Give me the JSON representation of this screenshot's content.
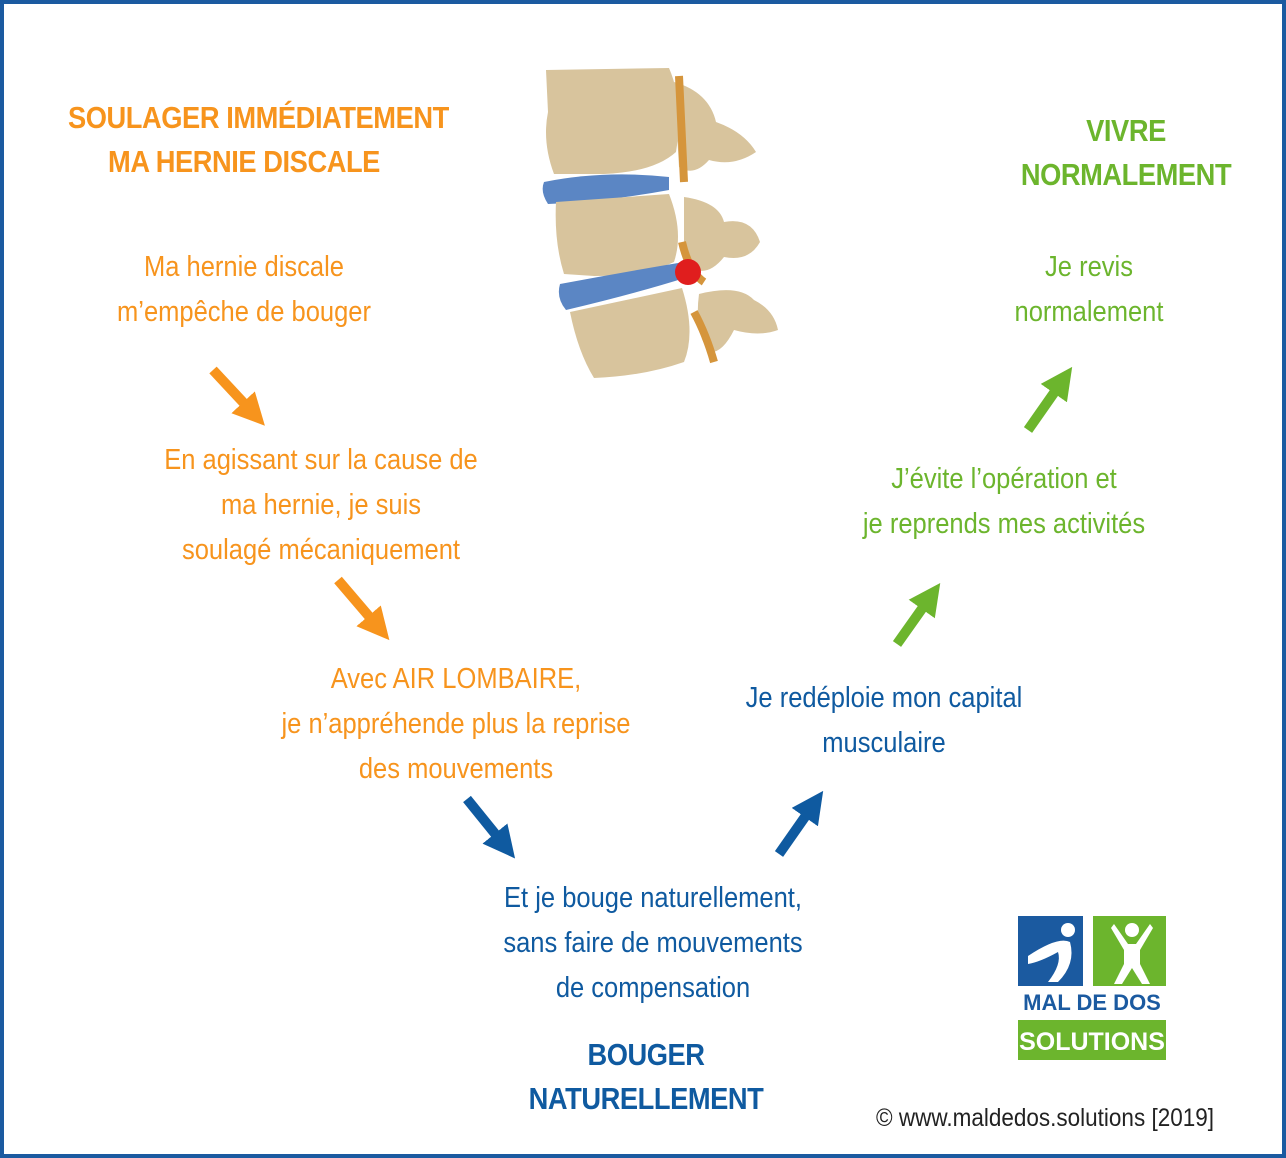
{
  "sections": {
    "relieve": {
      "title_lines": [
        "SOULAGER IMMÉDIATEMENT",
        "MA HERNIE DISCALE"
      ],
      "step1_lines": [
        "Ma hernie discale",
        "m’empêche de bouger"
      ],
      "step2_lines": [
        "En agissant sur la cause de",
        "ma hernie, je suis",
        "soulagé mécaniquement"
      ],
      "step3_lines": [
        "Avec AIR LOMBAIRE,",
        "je n’appréhende plus la reprise",
        "des mouvements"
      ]
    },
    "move": {
      "step1_lines": [
        "Et je bouge naturellement,",
        "sans faire de mouvements",
        "de compensation"
      ],
      "title_lines": [
        "BOUGER",
        "NATURELLEMENT"
      ],
      "step2_lines": [
        "Je redéploie mon capital",
        "musculaire"
      ]
    },
    "live": {
      "title_lines": [
        "VIVRE",
        "NORMALEMENT"
      ],
      "step1_lines": [
        "J’évite l’opération et",
        "je reprends mes activités"
      ],
      "step2_lines": [
        "Je revis",
        "normalement"
      ]
    }
  },
  "logo": {
    "line1": "MAL DE DOS",
    "line2": "SOLUTIONS"
  },
  "copyright": "© www.maldedos.solutions [2019]",
  "colors": {
    "orange": "#f7941d",
    "green": "#6cb52d",
    "blue": "#0f5aa0",
    "border": "#1b5aa0",
    "bone": "#d8c49d",
    "disc": "#5b86c4",
    "hernia": "#e01e1e"
  },
  "icons": {
    "spine": "lumbar-spine-illustration",
    "arrows": "arrow-icon"
  }
}
